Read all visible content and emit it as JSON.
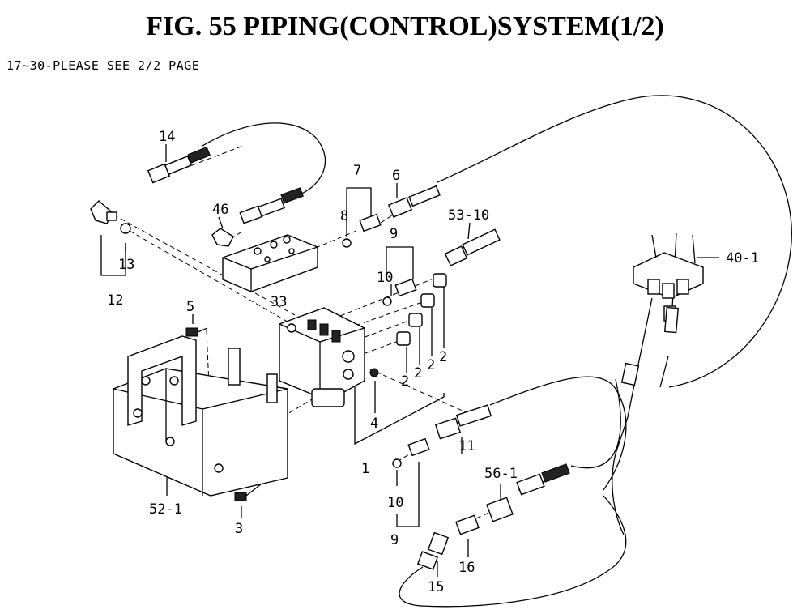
{
  "title": "FIG. 55  PIPING(CONTROL)SYSTEM(1/2)",
  "note": "17~30-PLEASE SEE 2/2 PAGE",
  "callouts": {
    "c14": "14",
    "c46": "46",
    "c7": "7",
    "c6": "6",
    "c8": "8",
    "c53_10": "53-10",
    "c9a": "9",
    "c10a": "10",
    "c13": "13",
    "c12": "12",
    "c33": "33",
    "c40_1": "40-1",
    "c5": "5",
    "c2a": "2",
    "c2b": "2",
    "c2c": "2",
    "c2d": "2",
    "c4": "4",
    "c1": "1",
    "c11": "11",
    "c56_1": "56-1",
    "c10b": "10",
    "c52_1": "52-1",
    "c3": "3",
    "c9b": "9",
    "c16": "16",
    "c15": "15"
  }
}
